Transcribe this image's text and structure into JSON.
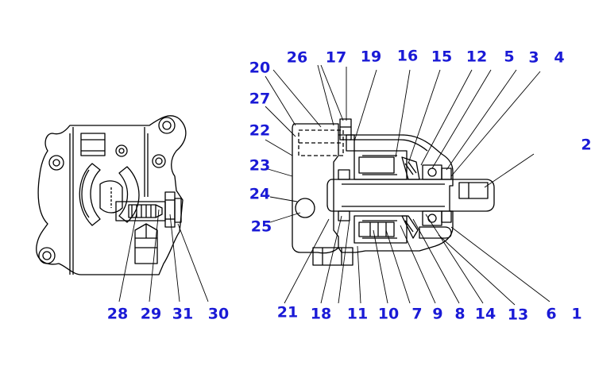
{
  "colors": {
    "label": "#1a1ad6",
    "line": "#000000",
    "paper": "#ffffff"
  },
  "labels": [
    {
      "id": "20",
      "text": "20"
    },
    {
      "id": "26",
      "text": "26"
    },
    {
      "id": "17",
      "text": "17"
    },
    {
      "id": "19",
      "text": "19"
    },
    {
      "id": "16",
      "text": "16"
    },
    {
      "id": "15",
      "text": "15"
    },
    {
      "id": "12",
      "text": "12"
    },
    {
      "id": "5",
      "text": "5"
    },
    {
      "id": "3",
      "text": "3"
    },
    {
      "id": "4",
      "text": "4"
    },
    {
      "id": "27",
      "text": "27"
    },
    {
      "id": "22",
      "text": "22"
    },
    {
      "id": "2",
      "text": "2"
    },
    {
      "id": "23",
      "text": "23"
    },
    {
      "id": "24",
      "text": "24"
    },
    {
      "id": "25",
      "text": "25"
    },
    {
      "id": "28",
      "text": "28"
    },
    {
      "id": "29",
      "text": "29"
    },
    {
      "id": "31",
      "text": "31"
    },
    {
      "id": "30",
      "text": "30"
    },
    {
      "id": "21",
      "text": "21"
    },
    {
      "id": "18",
      "text": "18"
    },
    {
      "id": "11",
      "text": "11"
    },
    {
      "id": "10",
      "text": "10"
    },
    {
      "id": "7",
      "text": "7"
    },
    {
      "id": "9",
      "text": "9"
    },
    {
      "id": "8",
      "text": "8"
    },
    {
      "id": "14",
      "text": "14"
    },
    {
      "id": "13",
      "text": "13"
    },
    {
      "id": "6",
      "text": "6"
    },
    {
      "id": "1",
      "text": "1"
    }
  ]
}
